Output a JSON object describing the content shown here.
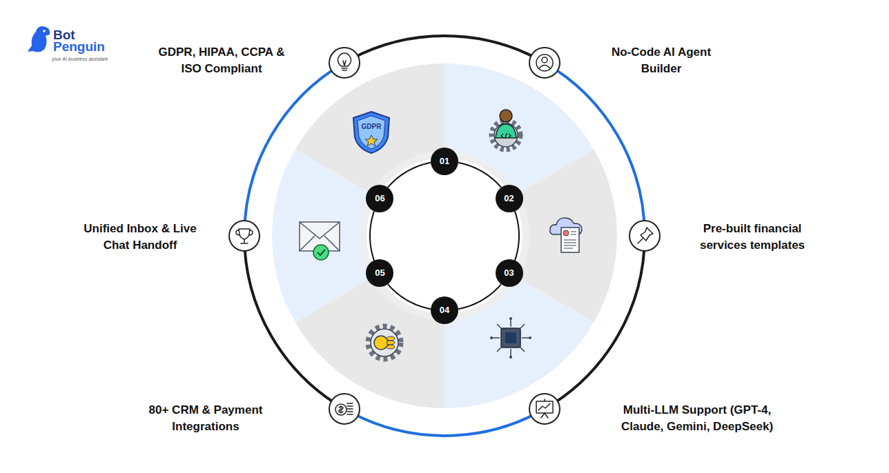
{
  "diagram": {
    "nodes": [
      {
        "text": [
          "01"
        ]
      },
      {
        "text": [
          "02"
        ]
      },
      {
        "text": [
          "03"
        ]
      },
      {
        "text": [
          "04"
        ]
      },
      {
        "text": [
          "05"
        ]
      },
      {
        "text": [
          "06"
        ]
      }
    ],
    "edges": [
      {
        "from": 0,
        "to": 1,
        "arrow": "none"
      },
      {
        "from": 1,
        "to": 2,
        "arrow": "none"
      },
      {
        "from": 2,
        "to": 3,
        "arrow": "none"
      },
      {
        "from": 3,
        "to": 4,
        "arrow": "none"
      },
      {
        "from": 4,
        "to": 5,
        "arrow": "none"
      },
      {
        "from": 5,
        "to": 0,
        "arrow": "none"
      }
    ],
    "labels": [
      "Bot",
      "Penguin",
      "your AI business assistant",
      "GDPR, HIPAA, CCPA & ISO Compliant",
      "No-Code AI Agent Builder",
      "Pre-built financial services templates",
      "Multi-LLM Support (GPT-4, Claude, Gemini, DeepSeek)",
      "80+ CRM & Payment Integrations",
      "Unified Inbox & Live Chat Handoff",
      "GDPR"
    ]
  }
}
